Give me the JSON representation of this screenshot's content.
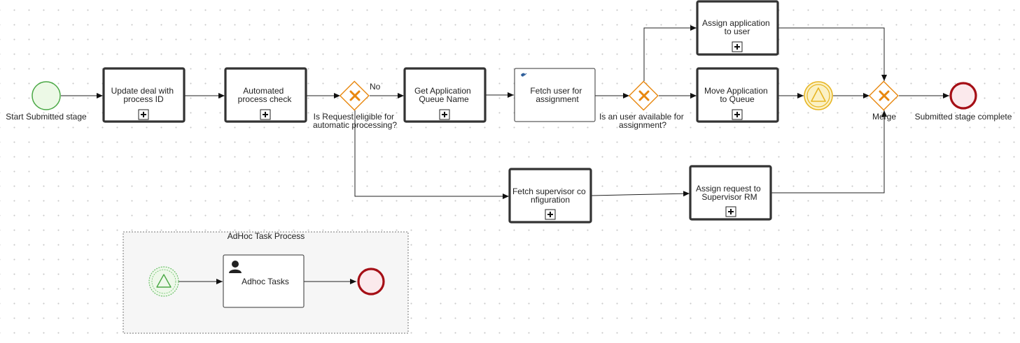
{
  "events": {
    "start_label": "Start Submitted stage",
    "end_label": "Submitted stage complete",
    "escalation_icon": "escalation-triangle-icon"
  },
  "tasks": {
    "update_deal": [
      "Update deal with",
      "process ID"
    ],
    "automated_check": [
      "Automated",
      "process check"
    ],
    "get_queue": [
      "Get Application",
      "Queue Name"
    ],
    "fetch_user": [
      "Fetch user for",
      "assignment"
    ],
    "assign_app": [
      "Assign application",
      "to user"
    ],
    "move_app": [
      "Move Application",
      "to Queue"
    ],
    "fetch_supervisor": [
      "Fetch supervisor co",
      "nfiguration"
    ],
    "assign_supervisor": [
      "Assign request to",
      "Supervisor RM"
    ]
  },
  "gateways": {
    "eligible": [
      "Is Request eligible for",
      "automatic processing?"
    ],
    "user_available": [
      "Is an user available for",
      "assignment?"
    ],
    "merge": "Merge"
  },
  "edges": {
    "no_label": "No"
  },
  "adhoc": {
    "title": "AdHoc Task Process",
    "task": "Adhoc Tasks",
    "user_icon": "user-icon"
  },
  "colors": {
    "gateway": "#e8870e",
    "start": "#4aa845",
    "end": "#a50f16",
    "escalation": "#e7b523"
  }
}
